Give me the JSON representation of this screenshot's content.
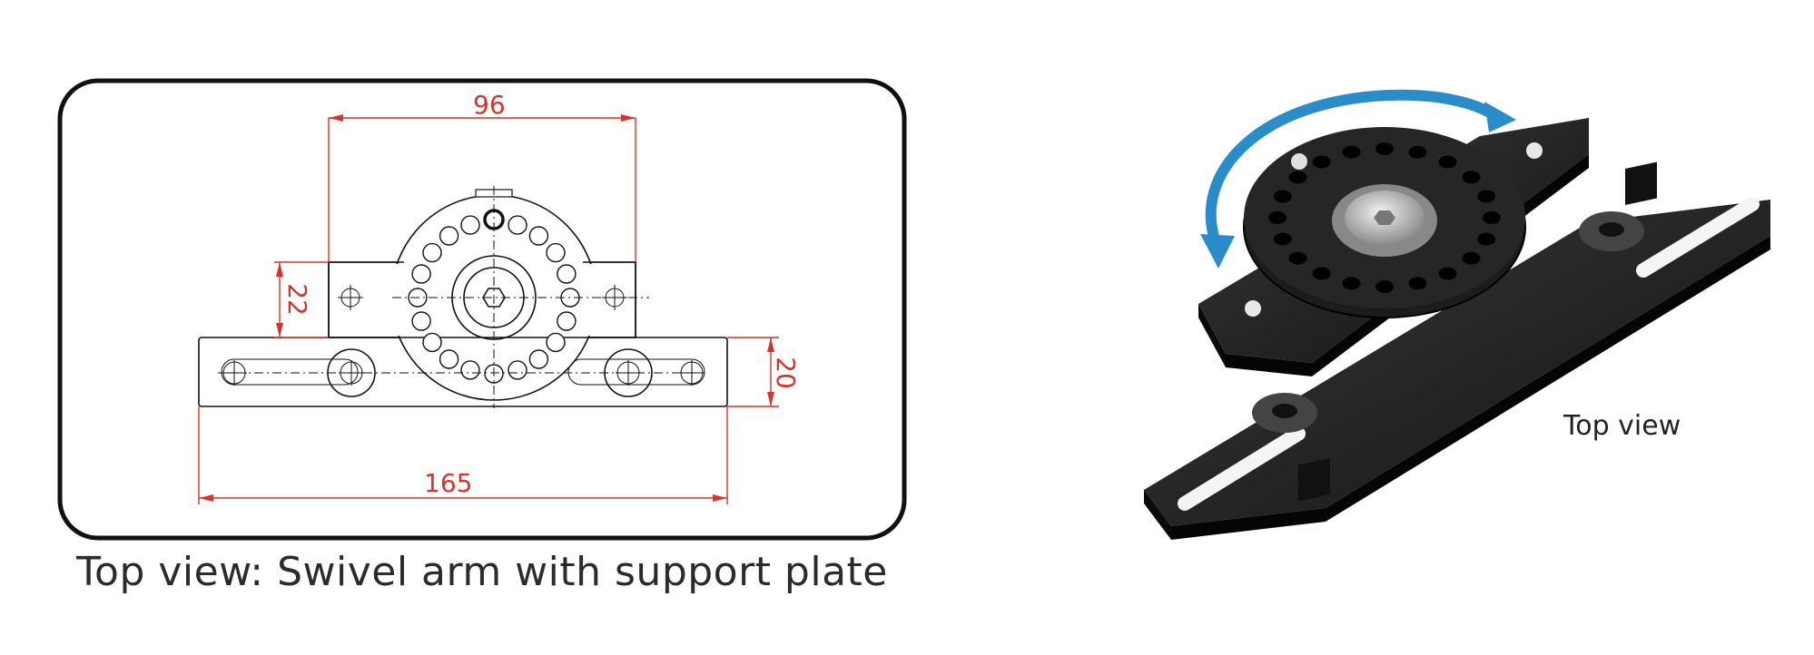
{
  "drawing": {
    "dimensions": {
      "top_width": "96",
      "plate_height": "22",
      "rail_height": "20",
      "overall_length": "165"
    },
    "hole_count": 20
  },
  "caption": "Top view: Swivel arm with support plate",
  "render": {
    "label": "Top view",
    "arrow_color": "#2a8cc9"
  },
  "colors": {
    "dimension": "#d9312b",
    "outline": "#111111"
  }
}
